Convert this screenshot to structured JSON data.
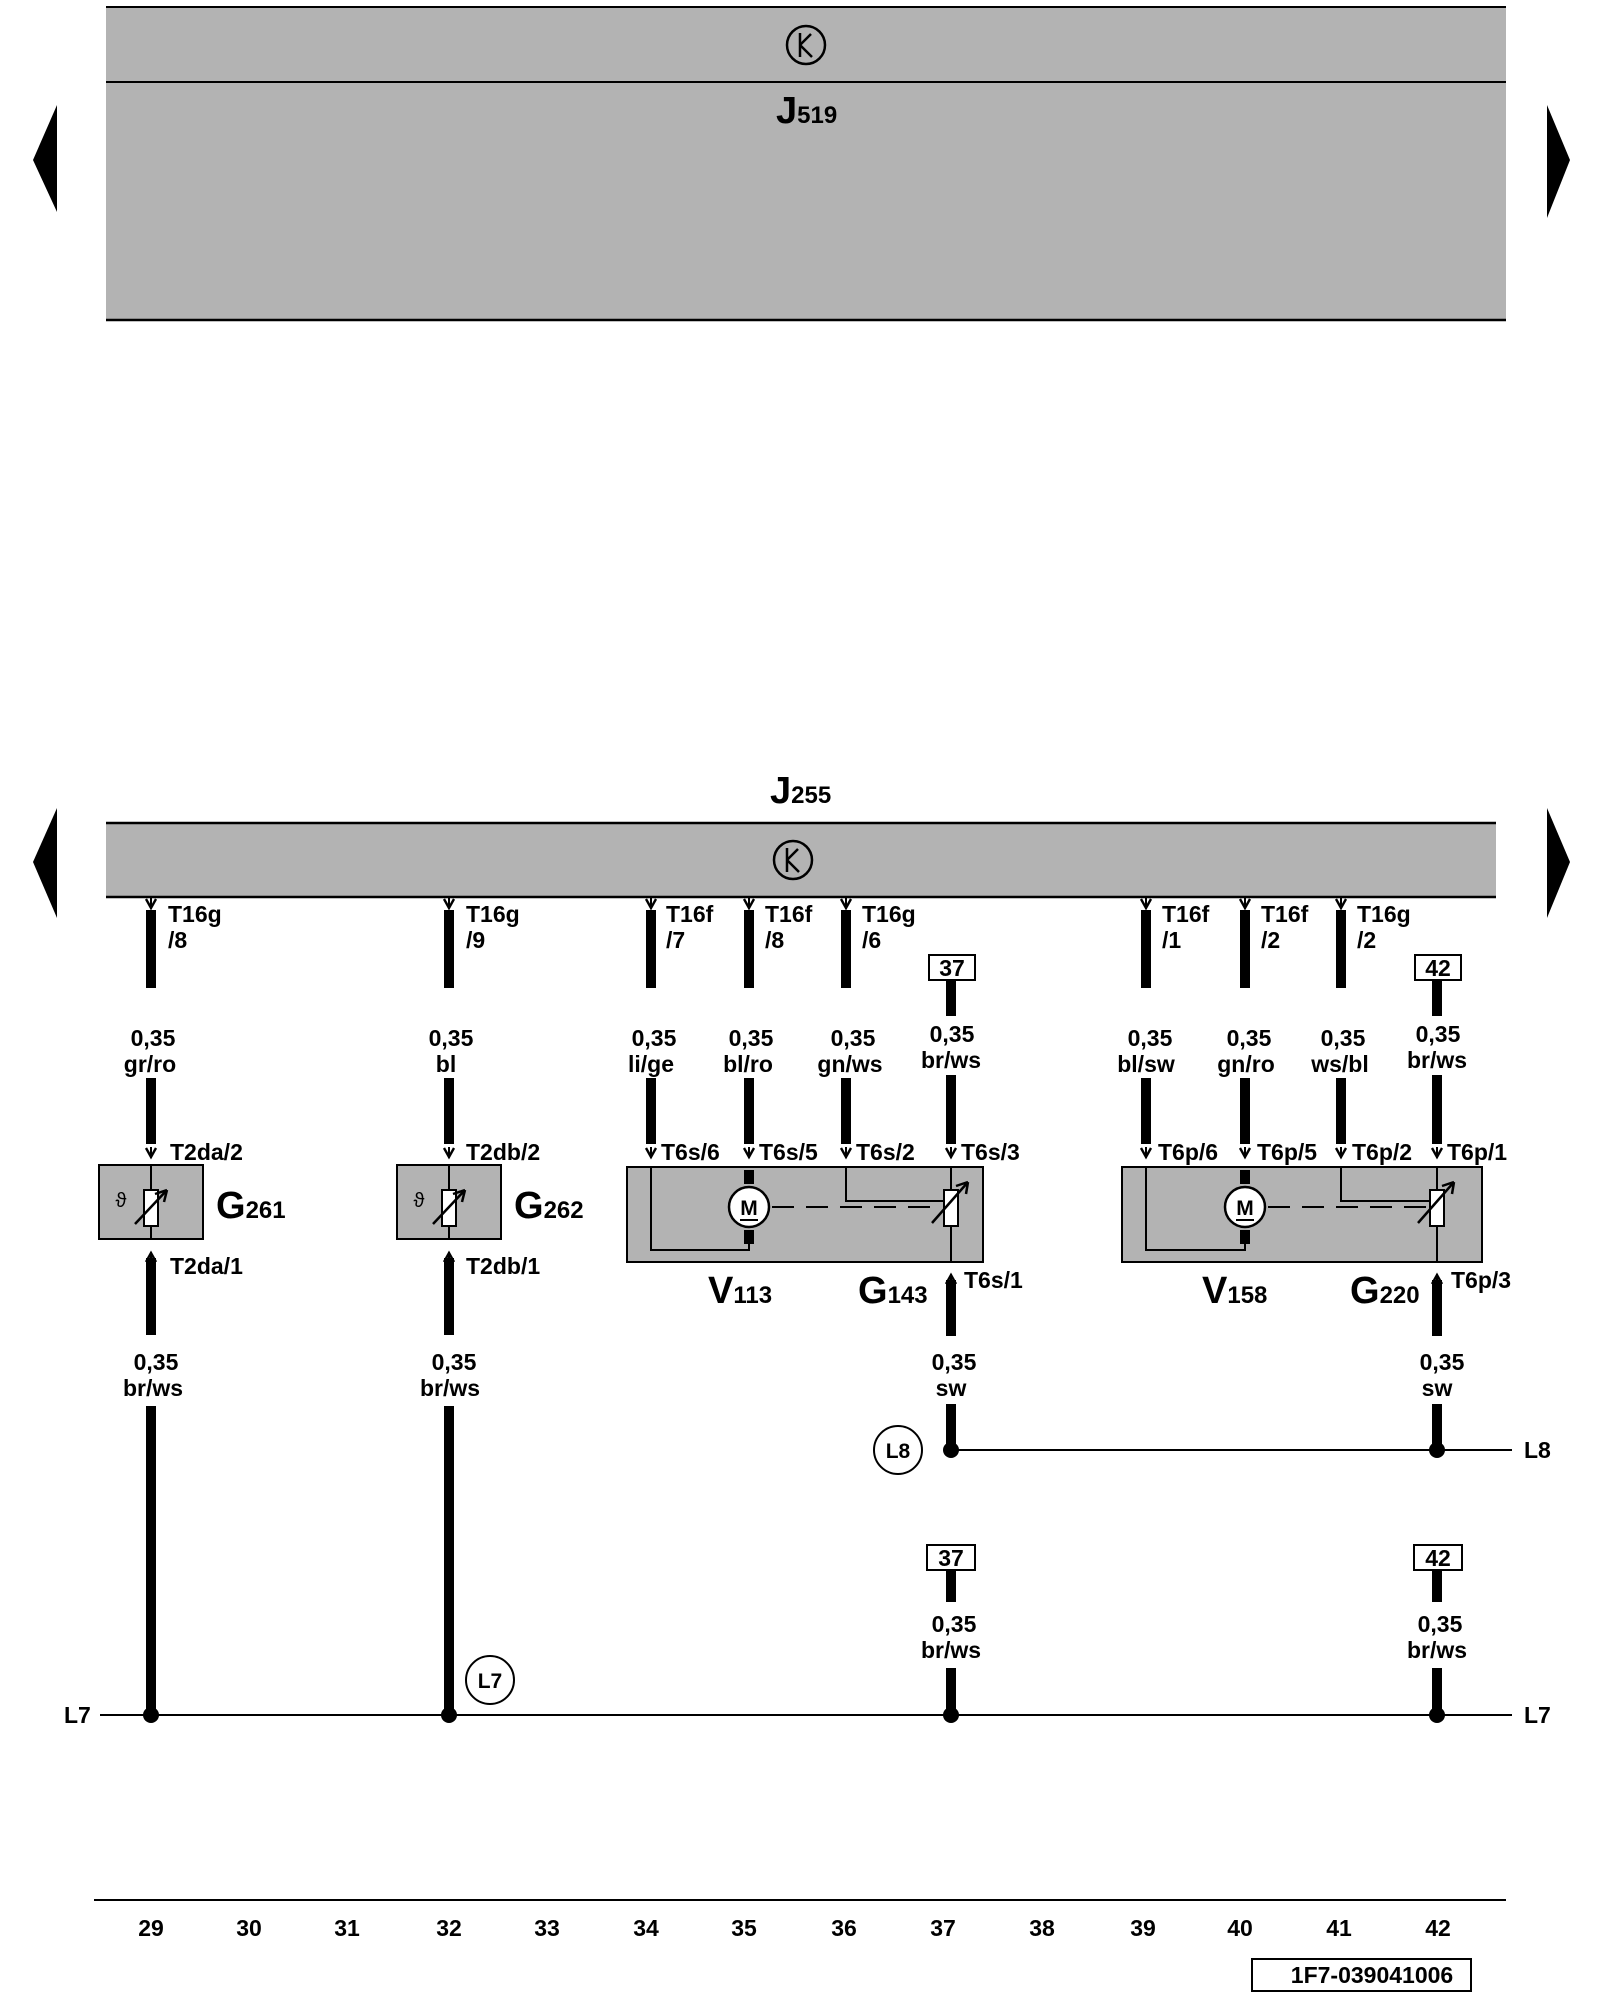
{
  "top_unit": {
    "id_main": "J",
    "id_sub": "519",
    "symbol": "K"
  },
  "main_unit": {
    "id_main": "J",
    "id_sub": "255",
    "symbol": "K"
  },
  "wires": [
    {
      "connector": "T16g",
      "pin": "/8",
      "size": "0,35",
      "color": "gr/ro"
    },
    {
      "connector": "T16g",
      "pin": "/9",
      "size": "0,35",
      "color": "bl"
    },
    {
      "connector": "T16f",
      "pin": "/7",
      "size": "0,35",
      "color": "li/ge"
    },
    {
      "connector": "T16f",
      "pin": "/8",
      "size": "0,35",
      "color": "bl/ro"
    },
    {
      "connector": "T16g",
      "pin": "/6",
      "size": "0,35",
      "color": "gn/ws"
    },
    {
      "ref": "37",
      "size": "0,35",
      "color": "br/ws"
    },
    {
      "connector": "T16f",
      "pin": "/1",
      "size": "0,35",
      "color": "bl/sw"
    },
    {
      "connector": "T16f",
      "pin": "/2",
      "size": "0,35",
      "color": "gn/ro"
    },
    {
      "connector": "T16g",
      "pin": "/2",
      "size": "0,35",
      "color": "ws/bl"
    },
    {
      "ref": "42",
      "size": "0,35",
      "color": "br/ws"
    }
  ],
  "sensors": [
    {
      "id_main": "G",
      "id_sub": "261",
      "symbol": "ϑ",
      "pin_top": "T2da/2",
      "pin_bottom": "T2da/1",
      "wire_size": "0,35",
      "wire_color": "br/ws"
    },
    {
      "id_main": "G",
      "id_sub": "262",
      "symbol": "ϑ",
      "pin_top": "T2db/2",
      "pin_bottom": "T2db/1",
      "wire_size": "0,35",
      "wire_color": "br/ws"
    }
  ],
  "motors": [
    {
      "motor_main": "V",
      "motor_sub": "113",
      "pot_main": "G",
      "pot_sub": "143",
      "motor_symbol": "M",
      "pins": [
        "T6s/6",
        "T6s/5",
        "T6s/2",
        "T6s/3"
      ],
      "pin_bottom": "T6s/1",
      "wire_size": "0,35",
      "wire_color": "sw"
    },
    {
      "motor_main": "V",
      "motor_sub": "158",
      "pot_main": "G",
      "pot_sub": "220",
      "motor_symbol": "M",
      "pins": [
        "T6p/6",
        "T6p/5",
        "T6p/2",
        "T6p/1"
      ],
      "pin_bottom": "T6p/3",
      "wire_size": "0,35",
      "wire_color": "sw"
    }
  ],
  "lower_refs": [
    {
      "ref": "37",
      "size": "0,35",
      "color": "br/ws"
    },
    {
      "ref": "42",
      "size": "0,35",
      "color": "br/ws"
    }
  ],
  "buses": {
    "l8": "L8",
    "l7": "L7"
  },
  "columns": [
    "29",
    "30",
    "31",
    "32",
    "33",
    "34",
    "35",
    "36",
    "37",
    "38",
    "39",
    "40",
    "41",
    "42"
  ],
  "drawing_id": "1F7-039041006"
}
